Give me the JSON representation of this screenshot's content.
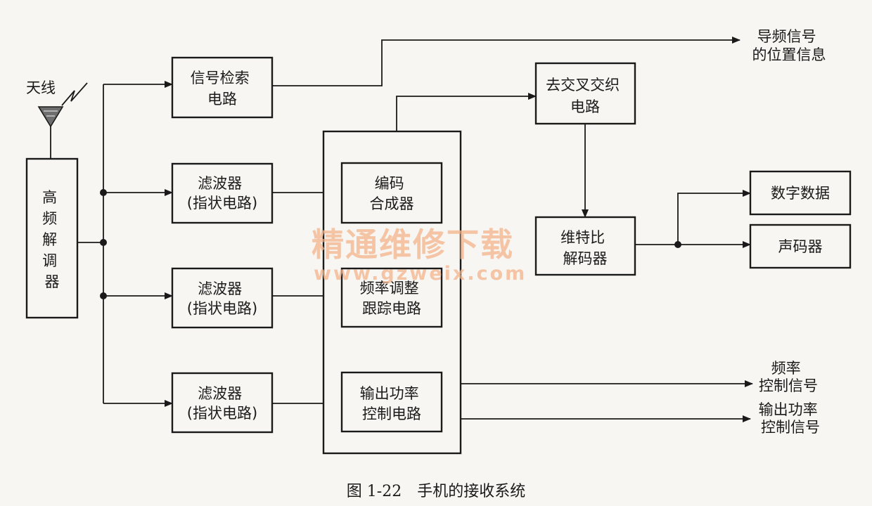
{
  "antenna_label": "天线",
  "blocks": {
    "rf_demodulator": [
      "高",
      "频",
      "解",
      "调",
      "器"
    ],
    "signal_search": [
      "信号检索",
      "电路"
    ],
    "filter_1": [
      "滤波器",
      "(指状电路)"
    ],
    "filter_2": [
      "滤波器",
      "(指状电路)"
    ],
    "filter_3": [
      "滤波器",
      "(指状电路)"
    ],
    "code_synthesizer": [
      "编码",
      "合成器"
    ],
    "frequency_tracking": [
      "频率调整",
      "跟踪电路"
    ],
    "output_power_control": [
      "输出功率",
      "控制电路"
    ],
    "deinterleave": [
      "去交叉交织",
      "电路"
    ],
    "viterbi_decoder": [
      "维特比",
      "解码器"
    ],
    "digital_data": [
      "数字数据"
    ],
    "vocoder": [
      "声码器"
    ]
  },
  "outputs": {
    "pilot_position": [
      "导频信号",
      "的位置信息"
    ],
    "frequency_control": [
      "频率",
      "控制信号"
    ],
    "power_control": [
      "输出功率",
      "控制信号"
    ]
  },
  "caption": "图 1-22　手机的接收系统",
  "watermark": {
    "name": "精通维修下载",
    "url": "www.gzweix.com"
  },
  "colors": {
    "line": "#1a1a1a",
    "background": "#f7f6f2",
    "watermark": "#f3b48c"
  }
}
